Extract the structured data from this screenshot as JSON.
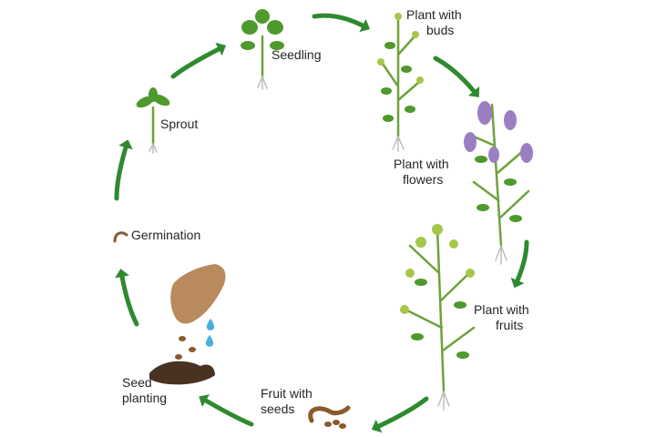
{
  "stages": [
    {
      "id": "seedling",
      "lines": [
        "Seedling"
      ]
    },
    {
      "id": "buds",
      "lines": [
        "Plant with",
        "buds"
      ]
    },
    {
      "id": "flowers",
      "lines": [
        "Plant with",
        "flowers"
      ]
    },
    {
      "id": "fruits",
      "lines": [
        "Plant with",
        "fruits"
      ]
    },
    {
      "id": "fruit-seeds",
      "lines": [
        "Fruit with",
        "seeds"
      ]
    },
    {
      "id": "seed-planting",
      "lines": [
        "Seed",
        "planting"
      ]
    },
    {
      "id": "germination",
      "lines": [
        "Germination"
      ]
    },
    {
      "id": "sprout",
      "lines": [
        "Sprout"
      ]
    }
  ],
  "colors": {
    "arrow": "#2f8a2f",
    "stem": "#6fa23c",
    "leaf": "#4e9a2c",
    "flower": "#9a7fc2",
    "bud": "#a6c64a",
    "soil": "#4a3222",
    "hand": "#b88a5e",
    "water": "#4ab0e0",
    "seed": "#8a5a2b",
    "root": "#bdbdbd"
  }
}
